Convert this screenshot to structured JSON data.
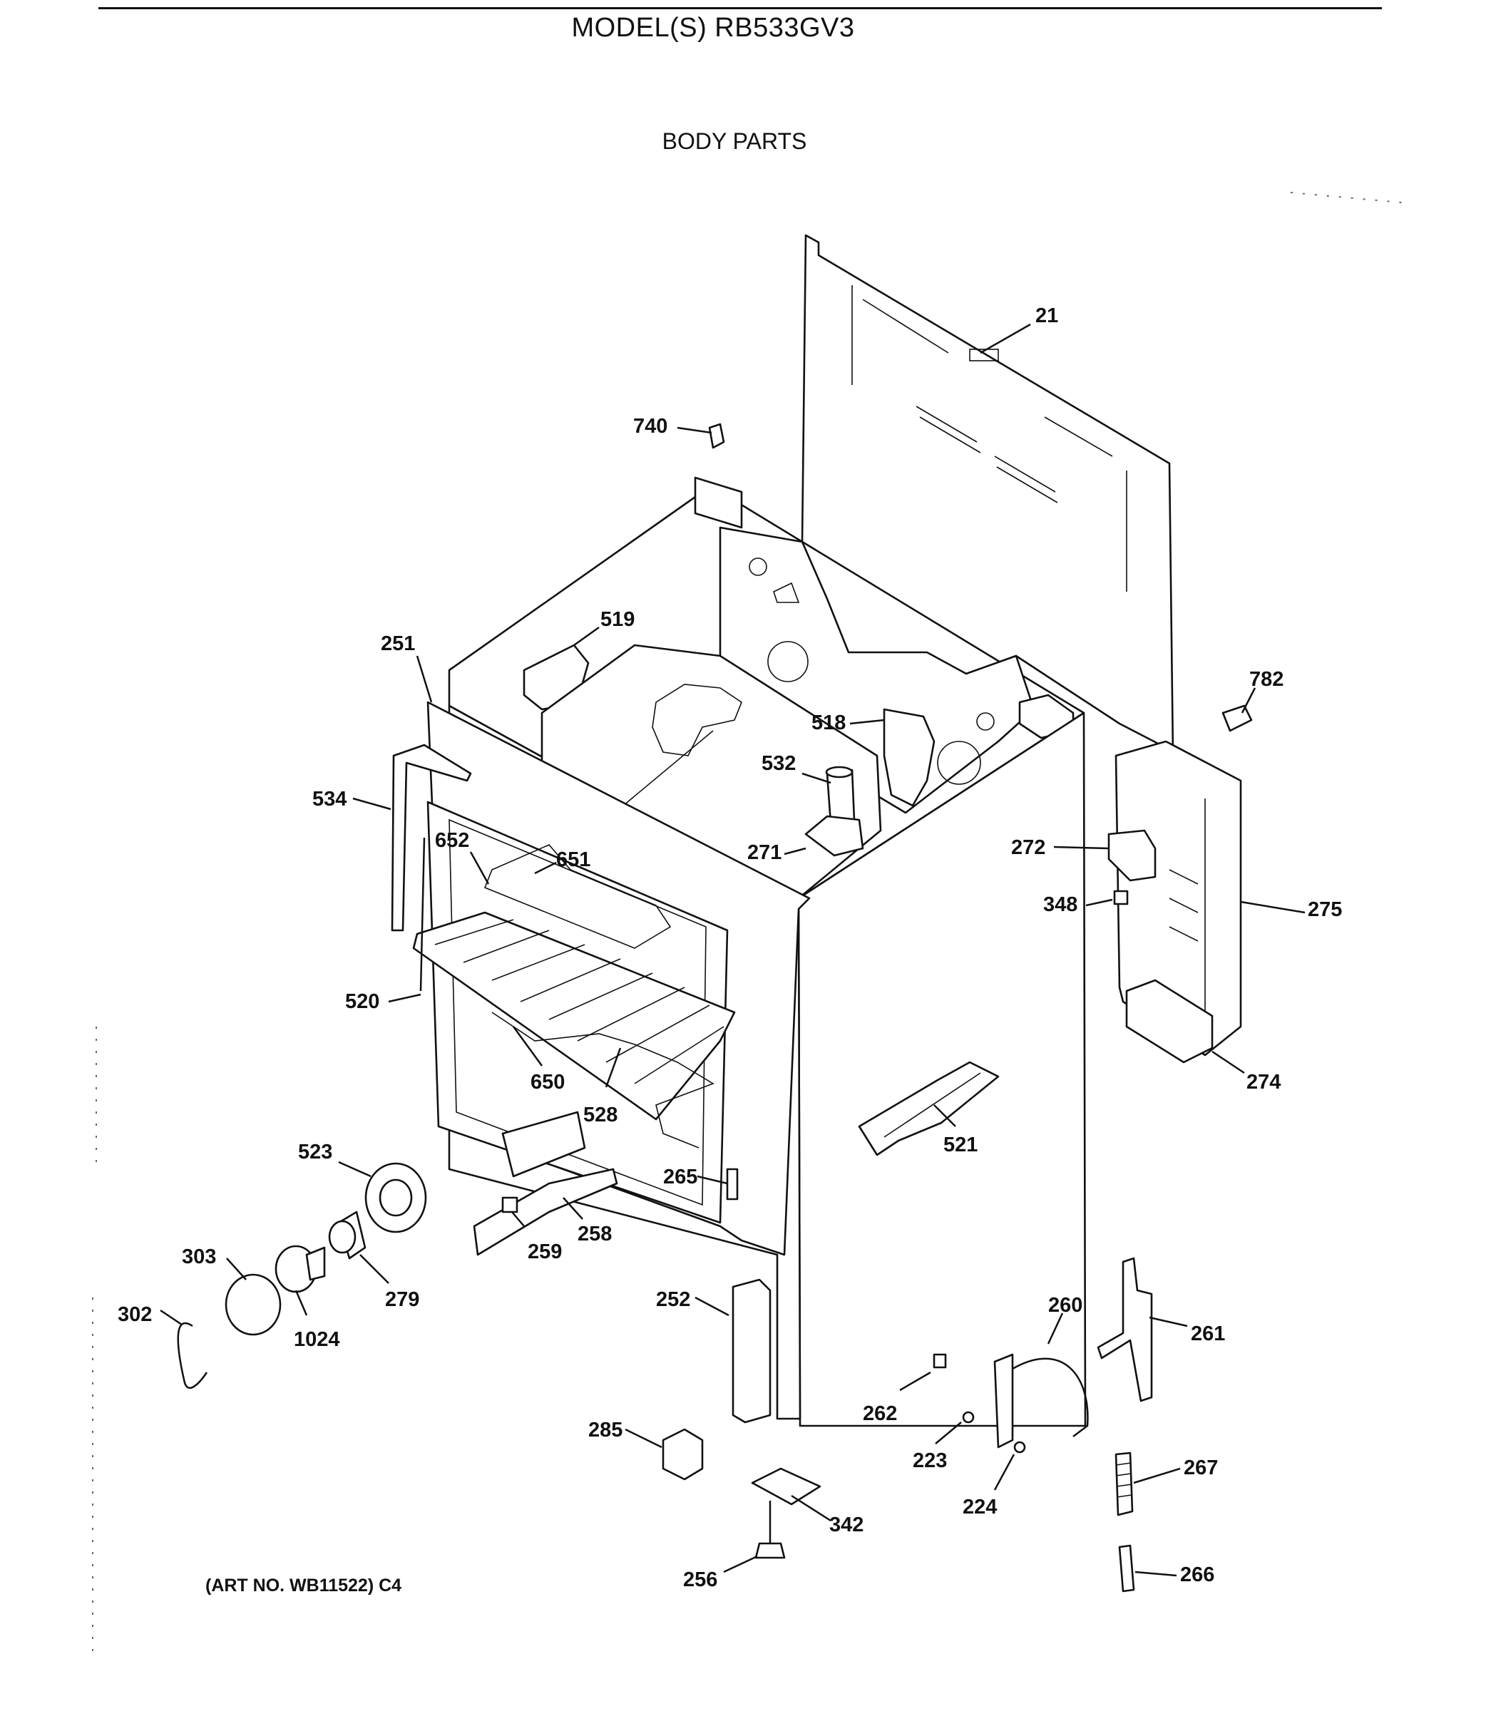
{
  "header": {
    "model": "MODEL(S) RB533GV3",
    "section": "BODY PARTS"
  },
  "footer": {
    "art_no": "(ART NO. WB11522) C4"
  },
  "callouts": {
    "21": "21",
    "740": "740",
    "519": "519",
    "251": "251",
    "782": "782",
    "518": "518",
    "532": "532",
    "534": "534",
    "272": "272",
    "652": "652",
    "651": "651",
    "271": "271",
    "348": "348",
    "275": "275",
    "520": "520",
    "650": "650",
    "274": "274",
    "528": "528",
    "521": "521",
    "523": "523",
    "265": "265",
    "258": "258",
    "303": "303",
    "259": "259",
    "279": "279",
    "252": "252",
    "260": "260",
    "302": "302",
    "261": "261",
    "1024": "1024",
    "262": "262",
    "285": "285",
    "223": "223",
    "267": "267",
    "224": "224",
    "342": "342",
    "256": "256",
    "266": "266"
  }
}
